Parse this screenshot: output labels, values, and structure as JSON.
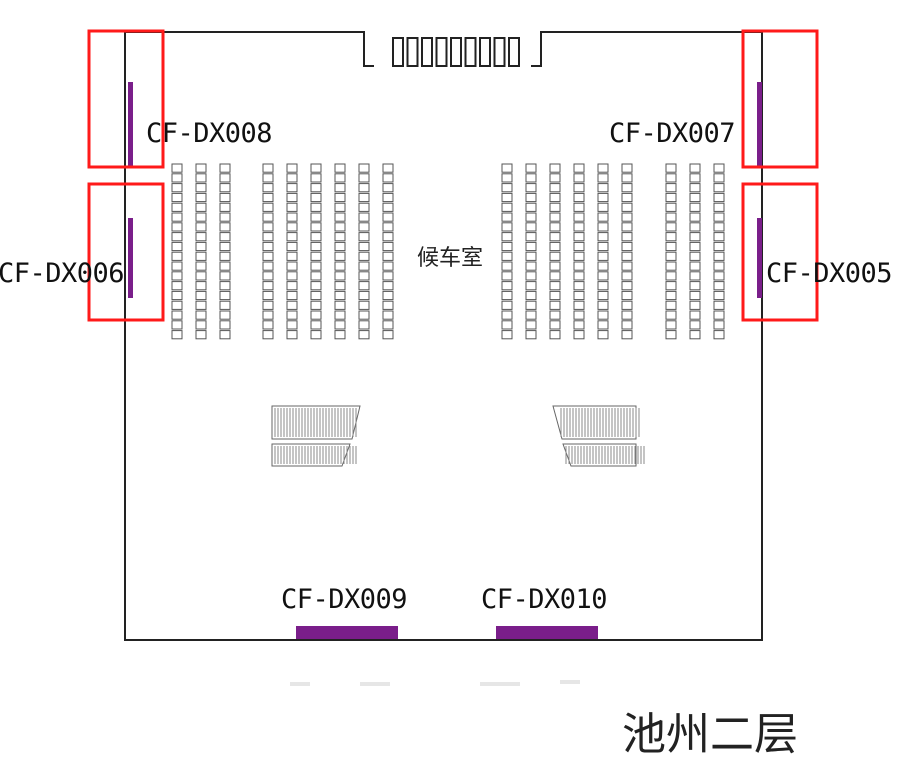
{
  "room_label": "候车室",
  "floor_caption": "池州二层",
  "devices": [
    {
      "id": "d008",
      "label": "CF-DX008"
    },
    {
      "id": "d007",
      "label": "CF-DX007"
    },
    {
      "id": "d006",
      "label": "CF-DX006"
    },
    {
      "id": "d005",
      "label": "CF-DX005"
    },
    {
      "id": "d009",
      "label": "CF-DX009"
    },
    {
      "id": "d010",
      "label": "CF-DX010"
    }
  ],
  "colors": {
    "wall": "#222222",
    "device": "#7a1e8a",
    "highlight": "#ff1a1a",
    "seat": "#555555"
  }
}
